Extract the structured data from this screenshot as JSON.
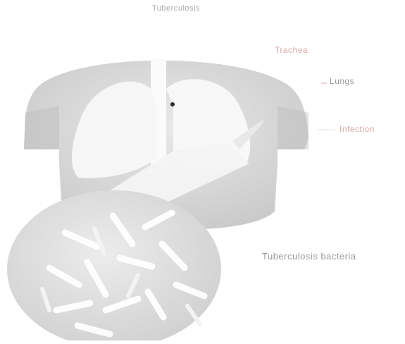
{
  "diagram": {
    "title": "Tuberculosis",
    "labels": {
      "trachea": "Trachea",
      "lungs": "Lungs",
      "infection": "Infection",
      "bacteria": "Tuberculosis bacteria"
    }
  }
}
